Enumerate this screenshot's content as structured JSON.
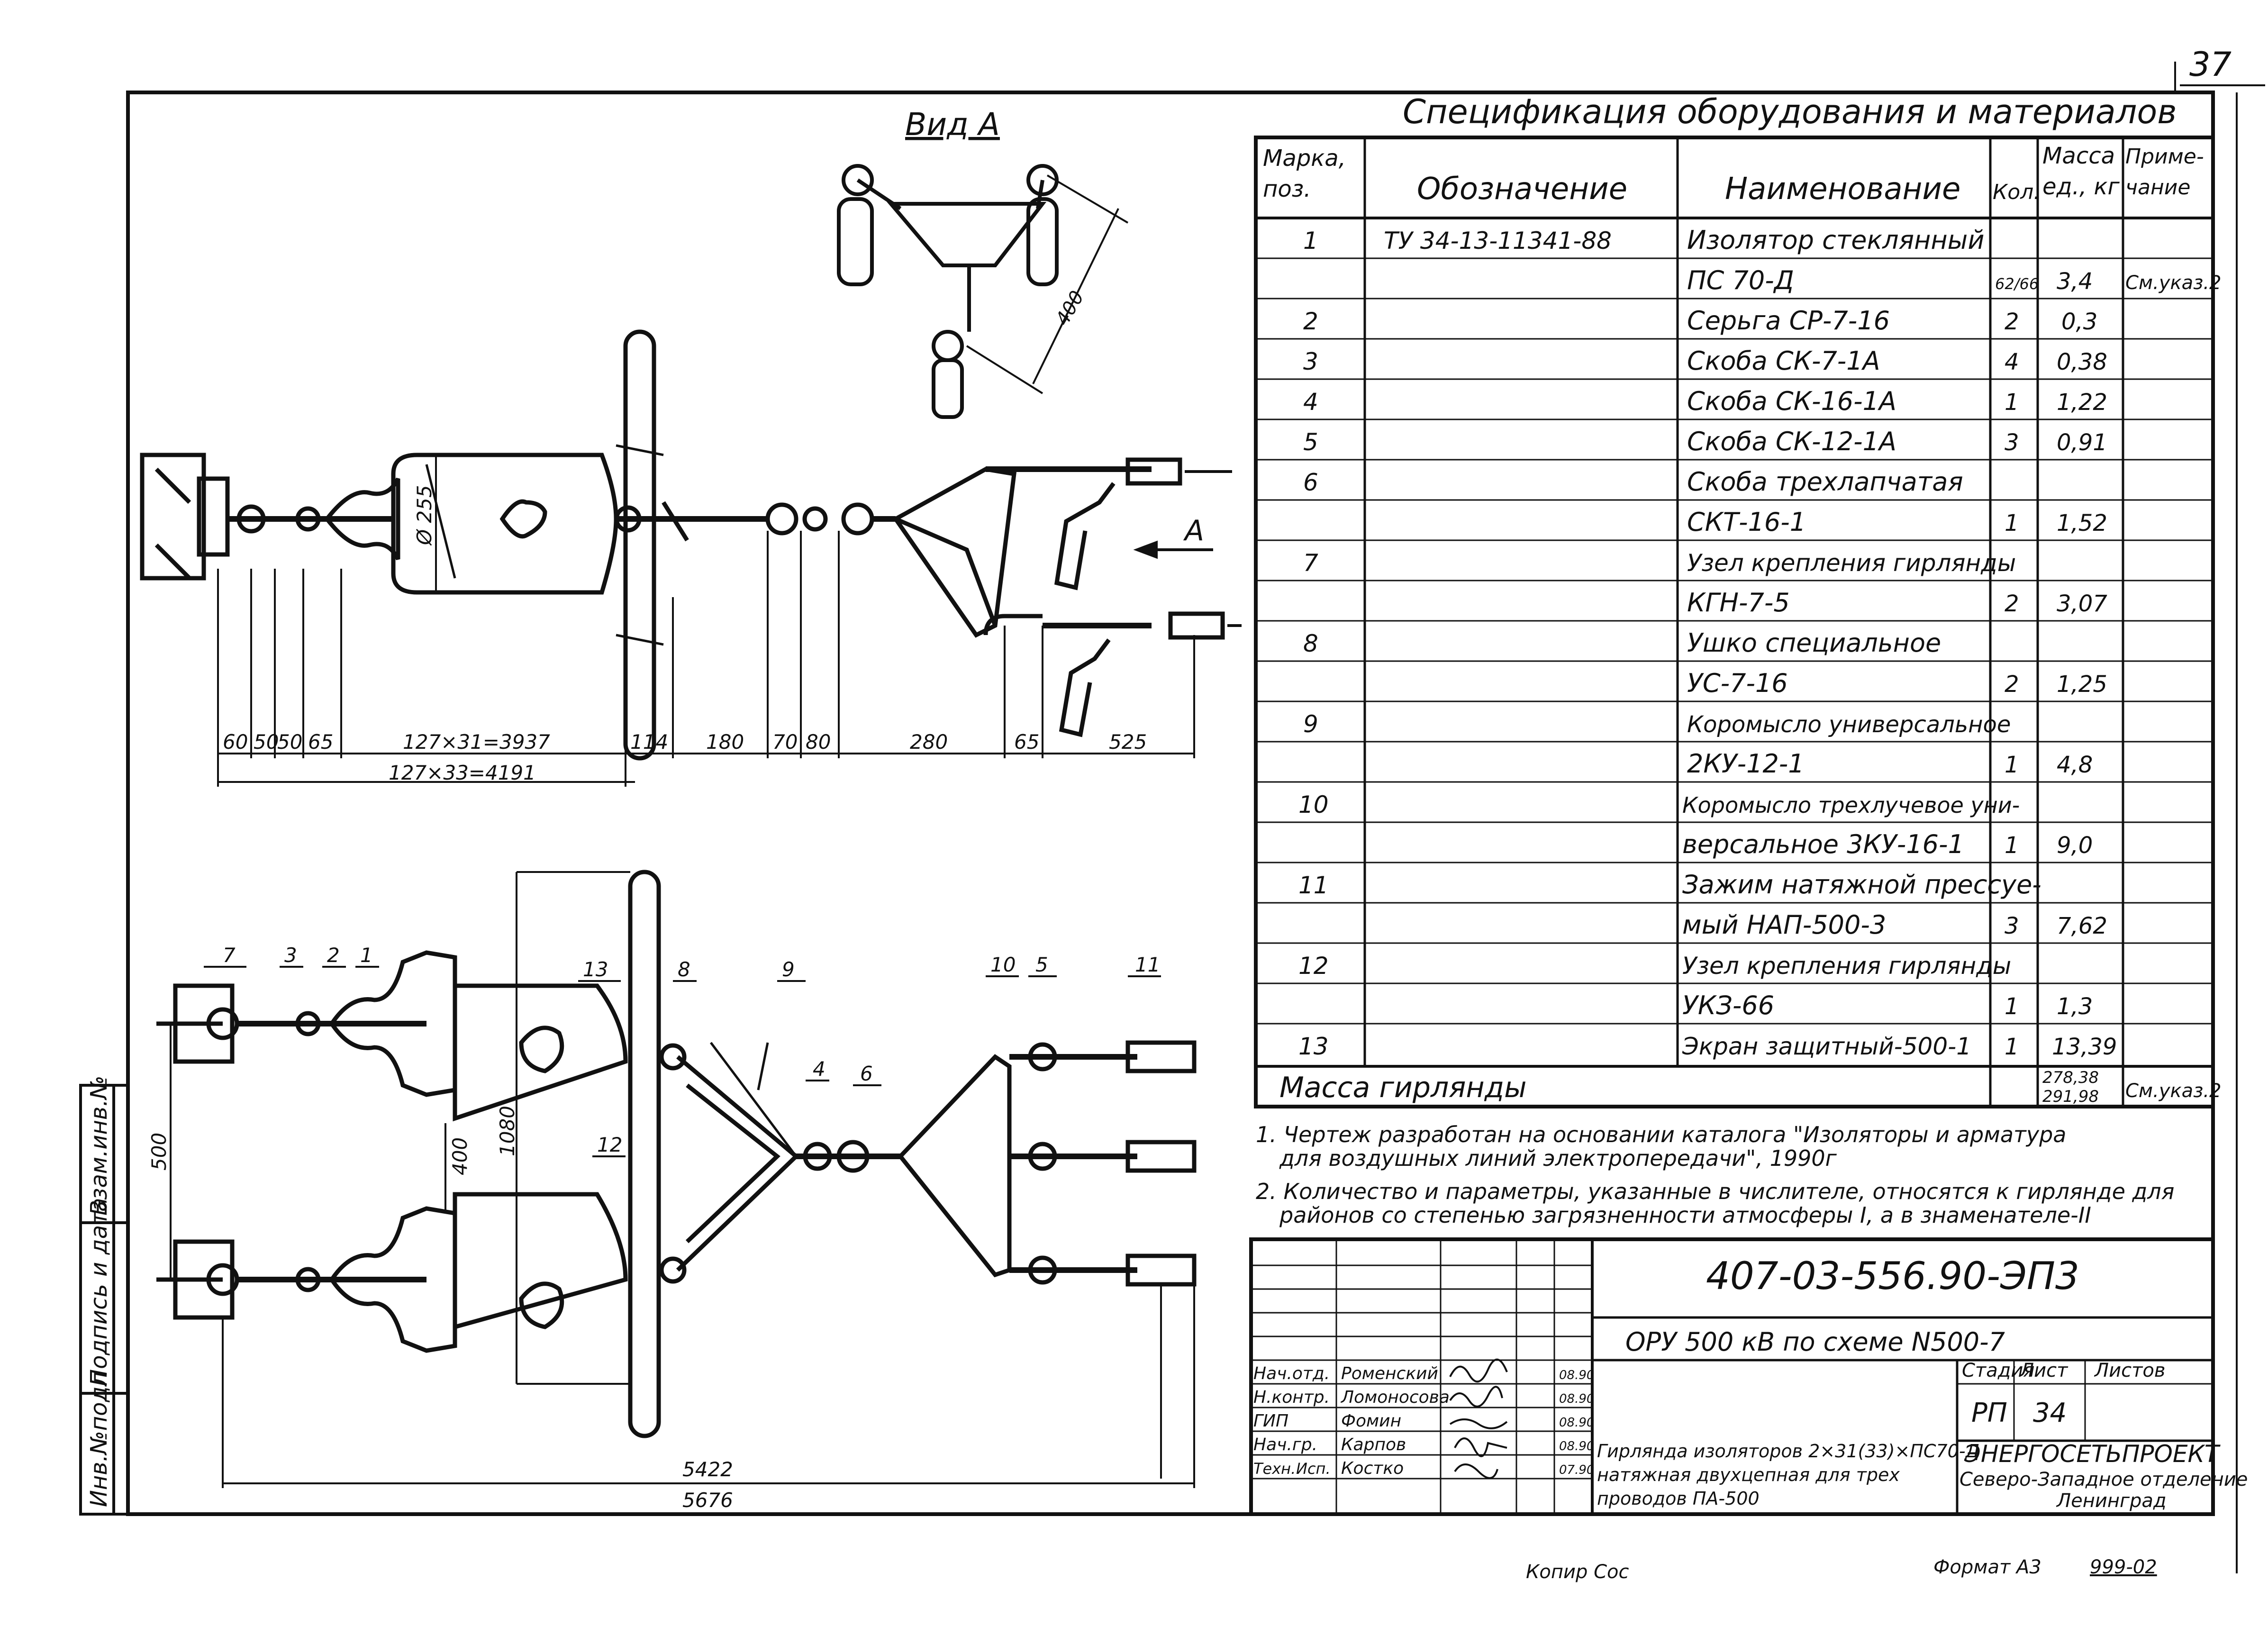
{
  "sheet": {
    "number": "37",
    "view_label": "Вид А",
    "arrow_label": "А",
    "side_stamp": [
      "Инв.№подл",
      "Подпись и дата",
      "Взам.инв.№"
    ],
    "bottom": {
      "copied": "Копир Сос",
      "format": "Формат А3",
      "code": "999-02"
    }
  },
  "dims": {
    "top": [
      "60",
      "50",
      "50",
      "65",
      "127×31=3937",
      "114",
      "180",
      "70",
      "80",
      "280",
      "65",
      "525"
    ],
    "top_total": "127×33=4191",
    "phi": "Ø 255",
    "view": "400",
    "bottom_vertical": [
      "500",
      "400",
      "1080"
    ],
    "bottom_total": [
      "5422",
      "5676"
    ]
  },
  "callouts": [
    "1",
    "2",
    "3",
    "4",
    "5",
    "6",
    "7",
    "8",
    "9",
    "10",
    "11",
    "12",
    "13"
  ],
  "spec": {
    "title": "Спецификация оборудования и материалов",
    "headers": [
      "Марка, поз.",
      "Обозначение",
      "Наименование",
      "Кол.",
      "Масса ед., кг",
      "Приме- чание"
    ],
    "rows": [
      {
        "pos": "1",
        "code": "ТУ 34-13-11341-88",
        "name": "Изолятор стеклянный",
        "qty": "",
        "mass": "",
        "note": ""
      },
      {
        "pos": "",
        "code": "",
        "name": "ПС 70-Д",
        "qty": "62/66",
        "mass": "3,4",
        "note": "См.указ.2"
      },
      {
        "pos": "2",
        "code": "",
        "name": "Серьга СР-7-16",
        "qty": "2",
        "mass": "0,3",
        "note": ""
      },
      {
        "pos": "3",
        "code": "",
        "name": "Скоба СК-7-1А",
        "qty": "4",
        "mass": "0,38",
        "note": ""
      },
      {
        "pos": "4",
        "code": "",
        "name": "Скоба СК-16-1А",
        "qty": "1",
        "mass": "1,22",
        "note": ""
      },
      {
        "pos": "5",
        "code": "",
        "name": "Скоба СК-12-1А",
        "qty": "3",
        "mass": "0,91",
        "note": ""
      },
      {
        "pos": "6",
        "code": "",
        "name": "Скоба трехлапчатая",
        "qty": "",
        "mass": "",
        "note": ""
      },
      {
        "pos": "",
        "code": "",
        "name": "СКТ-16-1",
        "qty": "1",
        "mass": "1,52",
        "note": ""
      },
      {
        "pos": "7",
        "code": "",
        "name": "Узел крепления гирлянды",
        "qty": "",
        "mass": "",
        "note": ""
      },
      {
        "pos": "",
        "code": "",
        "name": "КГН-7-5",
        "qty": "2",
        "mass": "3,07",
        "note": ""
      },
      {
        "pos": "8",
        "code": "",
        "name": "Ушко специальное",
        "qty": "",
        "mass": "",
        "note": ""
      },
      {
        "pos": "",
        "code": "",
        "name": "УС-7-16",
        "qty": "2",
        "mass": "1,25",
        "note": ""
      },
      {
        "pos": "9",
        "code": "",
        "name": "Коромысло универсальное",
        "qty": "",
        "mass": "",
        "note": ""
      },
      {
        "pos": "",
        "code": "",
        "name": "2КУ-12-1",
        "qty": "1",
        "mass": "4,8",
        "note": ""
      },
      {
        "pos": "10",
        "code": "",
        "name": "Коромысло трехлучевое уни-",
        "qty": "",
        "mass": "",
        "note": ""
      },
      {
        "pos": "",
        "code": "",
        "name": "версальное 3КУ-16-1",
        "qty": "1",
        "mass": "9,0",
        "note": ""
      },
      {
        "pos": "11",
        "code": "",
        "name": "Зажим натяжной прессуе-",
        "qty": "",
        "mass": "",
        "note": ""
      },
      {
        "pos": "",
        "code": "",
        "name": "мый НАП-500-3",
        "qty": "3",
        "mass": "7,62",
        "note": ""
      },
      {
        "pos": "12",
        "code": "",
        "name": "Узел крепления гирлянды",
        "qty": "",
        "mass": "",
        "note": ""
      },
      {
        "pos": "",
        "code": "",
        "name": "УКЗ-66",
        "qty": "1",
        "mass": "1,3",
        "note": ""
      },
      {
        "pos": "13",
        "code": "",
        "name": "Экран защитный-500-1",
        "qty": "1",
        "mass": "13,39",
        "note": ""
      }
    ],
    "total_label": "Масса гирлянды",
    "total_mass": [
      "278,38",
      "291,98"
    ],
    "total_note": "См.указ.2"
  },
  "notes": [
    "1. Чертеж разработан на основании каталога \"Изоляторы и арматура",
    "для воздушных линий электропередачи\", 1990г",
    "2. Количество и параметры, указанные в числителе, относятся к гирлянде для",
    "районов со степенью загрязненности атмосферы I, а в знаменателе-II"
  ],
  "titleblock": {
    "doc_code": "407-03-556.90-ЭП3",
    "object": "ОРУ 500 кВ по схеме N500-7",
    "roles": [
      "Нач.отд.",
      "Н.контр.",
      "ГИП",
      "Нач.гр.",
      "Техн.",
      "Исп."
    ],
    "names": [
      "Роменский",
      "Ломоносова",
      "Фомин",
      "Карпов",
      "Костко"
    ],
    "dates": [
      "08.90",
      "08.90",
      "08.90",
      "08.90",
      "07.90"
    ],
    "stage_header": "Стадия",
    "sheet_header": "Лист",
    "sheets_header": "Листов",
    "stage": "РП",
    "sheet": "34",
    "sheets": "",
    "desc": [
      "Гирлянда изоляторов 2×31(33)×ПС70-Д",
      "натяжная двухцепная для трех",
      "проводов ПА-500"
    ],
    "org": [
      "ЭНЕРГОСЕТЬПРОЕКТ",
      "Северо-Западное отделение",
      "Ленинград"
    ]
  }
}
